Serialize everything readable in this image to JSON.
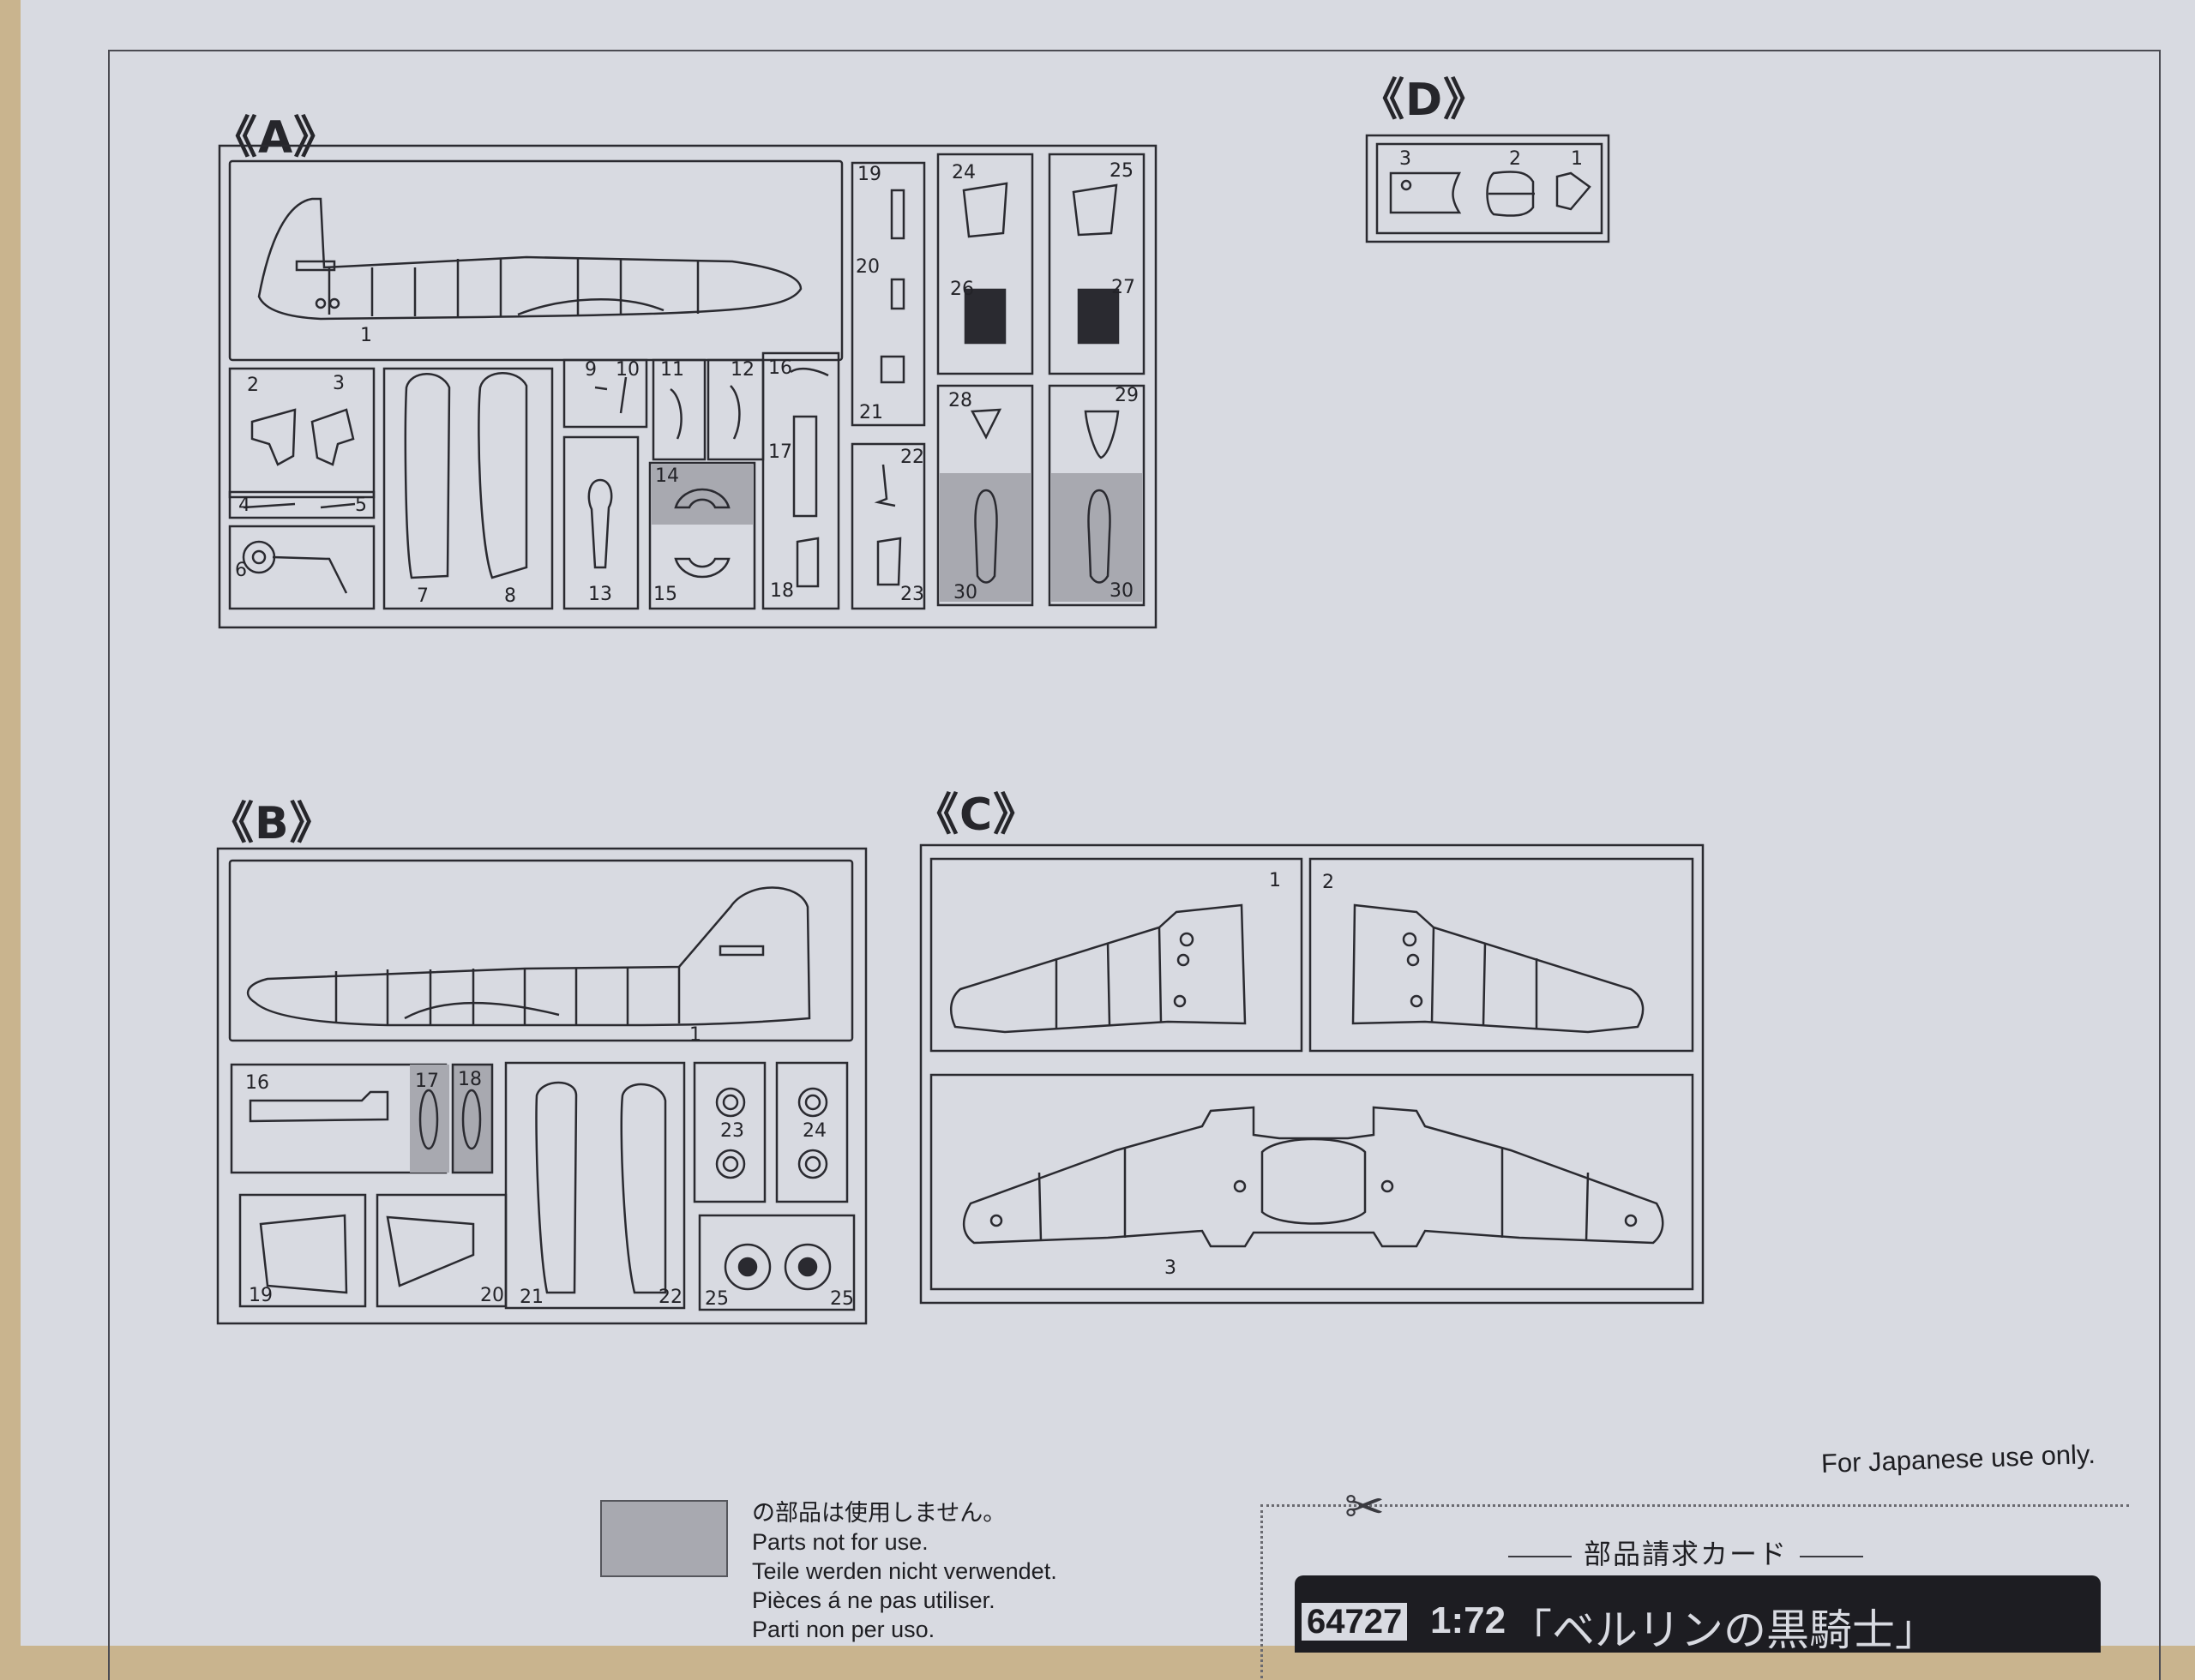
{
  "sections": {
    "a_label": "《A》",
    "b_label": "《B》",
    "c_label": "《C》",
    "d_label": "《D》"
  },
  "sprue_a": {
    "part_numbers": [
      "1",
      "2",
      "3",
      "4",
      "5",
      "6",
      "7",
      "8",
      "9",
      "10",
      "11",
      "12",
      "13",
      "14",
      "15",
      "16",
      "17",
      "18",
      "19",
      "20",
      "21",
      "22",
      "23",
      "24",
      "25",
      "26",
      "27",
      "28",
      "29",
      "30",
      "30"
    ]
  },
  "sprue_b": {
    "part_numbers": [
      "1",
      "16",
      "17",
      "18",
      "19",
      "20",
      "21",
      "22",
      "23",
      "24",
      "25",
      "25"
    ]
  },
  "sprue_c": {
    "part_numbers": [
      "1",
      "2",
      "3"
    ]
  },
  "sprue_d": {
    "part_numbers": [
      "3",
      "2",
      "1"
    ]
  },
  "legend": {
    "lines": [
      "の部品は使用しません。",
      "Parts not for use.",
      "Teile werden nicht verwendet.",
      "Pièces á ne pas utiliser.",
      "Parti non per uso."
    ],
    "swatch_color": "#a8a9b0"
  },
  "order_card": {
    "japanese_only": "For Japanese use only.",
    "title": "部品請求カード",
    "product_code": "64727",
    "scale": "1:72",
    "product_name": "「ベルリンの黒騎士」"
  }
}
